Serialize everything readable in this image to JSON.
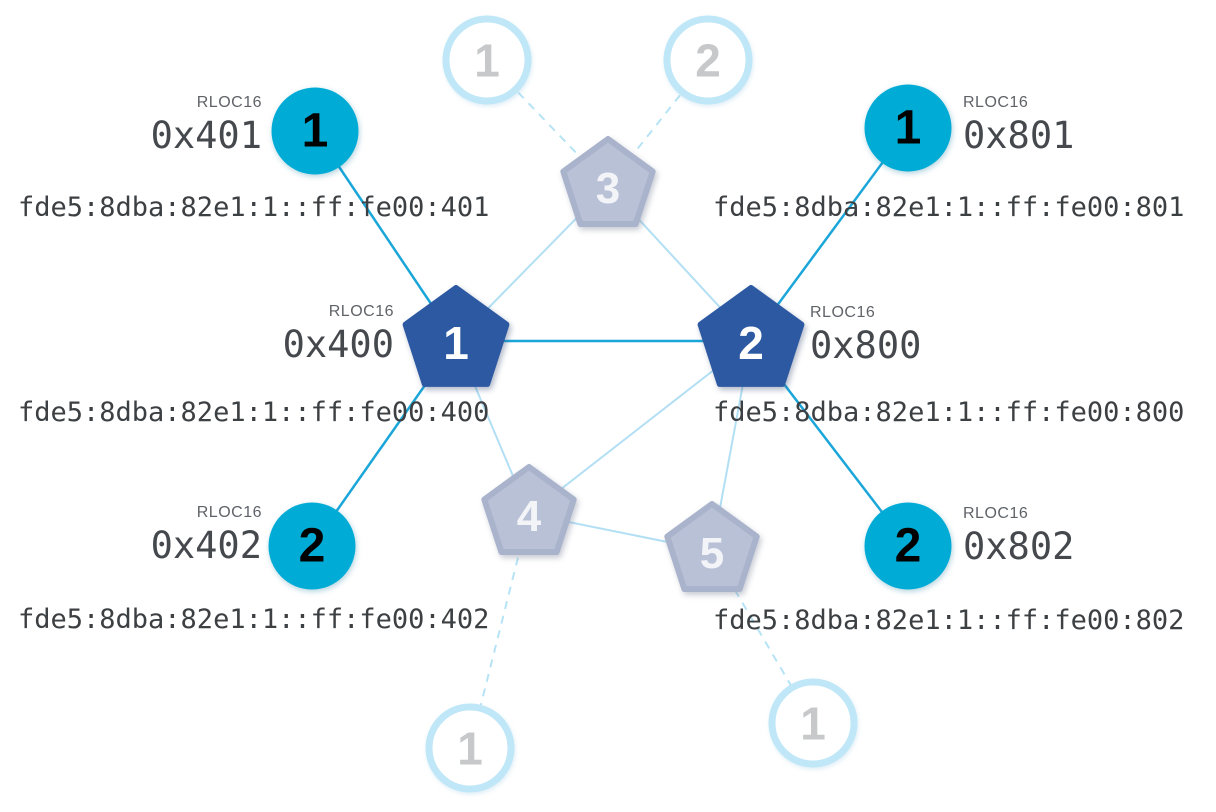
{
  "colors": {
    "child_node_fill": "#00acd5",
    "router_node_fill": "#2d59a2",
    "inactive_router_fill": "#b9c1d6",
    "ghost_node_border": "#bfe7f7",
    "strong_link": "#1ba6d9",
    "weak_link": "#b3dff4",
    "dashed_link": "#b6e3f5"
  },
  "nodes": {
    "router1": {
      "number": "1",
      "rloc_label": "RLOC16",
      "rloc": "0x400",
      "address": "fde5:8dba:82e1:1::ff:fe00:400"
    },
    "router2": {
      "number": "2",
      "rloc_label": "RLOC16",
      "rloc": "0x800",
      "address": "fde5:8dba:82e1:1::ff:fe00:800"
    },
    "child1_left": {
      "number": "1",
      "rloc_label": "RLOC16",
      "rloc": "0x401",
      "address": "fde5:8dba:82e1:1::ff:fe00:401"
    },
    "child2_left": {
      "number": "2",
      "rloc_label": "RLOC16",
      "rloc": "0x402",
      "address": "fde5:8dba:82e1:1::ff:fe00:402"
    },
    "child1_right": {
      "number": "1",
      "rloc_label": "RLOC16",
      "rloc": "0x801",
      "address": "fde5:8dba:82e1:1::ff:fe00:801"
    },
    "child2_right": {
      "number": "2",
      "rloc_label": "RLOC16",
      "rloc": "0x802",
      "address": "fde5:8dba:82e1:1::ff:fe00:802"
    },
    "router3": {
      "number": "3"
    },
    "router4": {
      "number": "4"
    },
    "router5": {
      "number": "5"
    },
    "ghost_top_1": {
      "number": "1"
    },
    "ghost_top_2": {
      "number": "2"
    },
    "ghost_bottom_left": {
      "number": "1"
    },
    "ghost_bottom_right": {
      "number": "1"
    }
  },
  "links": [
    {
      "from": "child1_left",
      "to": "router1",
      "style": "strong"
    },
    {
      "from": "child2_left",
      "to": "router1",
      "style": "strong"
    },
    {
      "from": "child1_right",
      "to": "router2",
      "style": "strong"
    },
    {
      "from": "child2_right",
      "to": "router2",
      "style": "strong"
    },
    {
      "from": "router1",
      "to": "router2",
      "style": "strong"
    },
    {
      "from": "router1",
      "to": "router3",
      "style": "weak"
    },
    {
      "from": "router2",
      "to": "router3",
      "style": "weak"
    },
    {
      "from": "router1",
      "to": "router4",
      "style": "weak"
    },
    {
      "from": "router2",
      "to": "router4",
      "style": "weak"
    },
    {
      "from": "router2",
      "to": "router5",
      "style": "weak"
    },
    {
      "from": "router4",
      "to": "router5",
      "style": "weak"
    },
    {
      "from": "ghost_top_1",
      "to": "router3",
      "style": "dashed"
    },
    {
      "from": "ghost_top_2",
      "to": "router3",
      "style": "dashed"
    },
    {
      "from": "router4",
      "to": "ghost_bottom_left",
      "style": "dashed"
    },
    {
      "from": "router5",
      "to": "ghost_bottom_right",
      "style": "dashed"
    }
  ]
}
